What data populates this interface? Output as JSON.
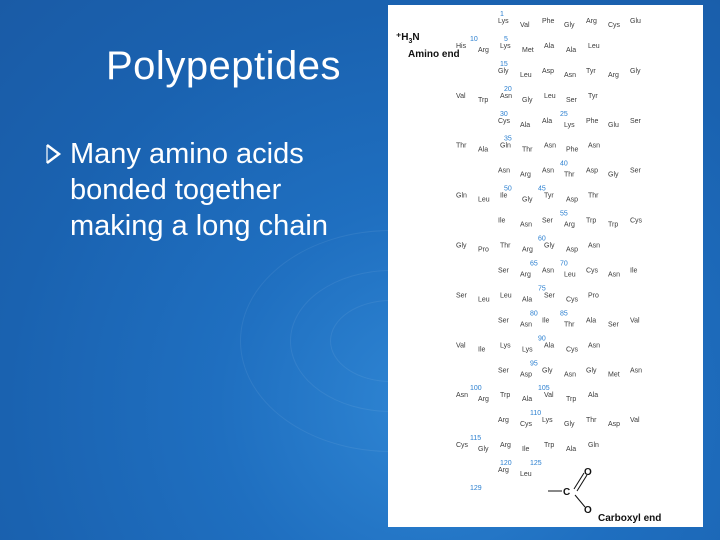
{
  "slide": {
    "title": "Polypeptides",
    "bullet": "Many amino acids bonded together making a long chain"
  },
  "colors": {
    "background": "#1f6fc0",
    "text": "#ffffff",
    "bullet_arrow": "#ffffff",
    "residue_text": "#3a3a3a",
    "residue_number": "#2a7fd0"
  },
  "figure": {
    "amino_end_label": "Amino end",
    "amino_group": "+H3N",
    "carboxyl_end_label": "Carboxyl end",
    "carboxyl_atoms": [
      "C",
      "O",
      "O"
    ],
    "residue_numbers": [
      "1",
      "5",
      "10",
      "15",
      "20",
      "25",
      "30",
      "35",
      "40",
      "45",
      "50",
      "55",
      "60",
      "65",
      "70",
      "75",
      "80",
      "85",
      "90",
      "95",
      "100",
      "105",
      "110",
      "115",
      "120",
      "125",
      "129"
    ],
    "residues": [
      "Lys",
      "Val",
      "Phe",
      "Gly",
      "Arg",
      "Cys",
      "Glu",
      "Leu",
      "Ala",
      "Ala",
      "Met",
      "Lys",
      "Arg",
      "His",
      "Gly",
      "Leu",
      "Asp",
      "Asn",
      "Tyr",
      "Arg",
      "Gly",
      "Tyr",
      "Ser",
      "Leu",
      "Gly",
      "Asn",
      "Trp",
      "Val",
      "Cys",
      "Ala",
      "Ala",
      "Lys",
      "Phe",
      "Glu",
      "Ser",
      "Asn",
      "Phe",
      "Asn",
      "Thr",
      "Gln",
      "Ala",
      "Thr",
      "Asn",
      "Arg",
      "Asn",
      "Thr",
      "Asp",
      "Gly",
      "Ser",
      "Thr",
      "Asp",
      "Tyr",
      "Gly",
      "Ile",
      "Leu",
      "Gln",
      "Ile",
      "Asn",
      "Ser",
      "Arg",
      "Trp",
      "Trp",
      "Cys",
      "Asn",
      "Asp",
      "Gly",
      "Arg",
      "Thr",
      "Pro",
      "Gly",
      "Ser",
      "Arg",
      "Asn",
      "Leu",
      "Cys",
      "Asn",
      "Ile",
      "Pro",
      "Cys",
      "Ser",
      "Ala",
      "Leu",
      "Leu",
      "Ser",
      "Ser",
      "Asn",
      "Ile",
      "Thr",
      "Ala",
      "Ser",
      "Val",
      "Asn",
      "Cys",
      "Ala",
      "Lys",
      "Lys",
      "Ile",
      "Val",
      "Ser",
      "Asp",
      "Gly",
      "Asn",
      "Gly",
      "Met",
      "Asn",
      "Ala",
      "Trp",
      "Val",
      "Ala",
      "Trp",
      "Arg",
      "Asn",
      "Arg",
      "Cys",
      "Lys",
      "Gly",
      "Thr",
      "Asp",
      "Val",
      "Gln",
      "Ala",
      "Trp",
      "Ile",
      "Arg",
      "Gly",
      "Cys",
      "Arg",
      "Leu"
    ]
  }
}
